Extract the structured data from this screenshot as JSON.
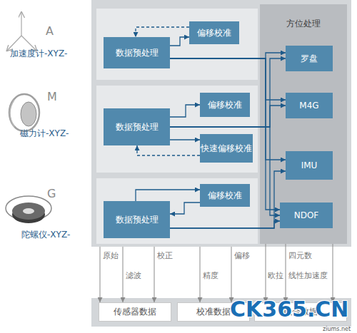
{
  "diagram": {
    "nodes": [
      {
        "text": [
          "数据预处理"
        ]
      },
      {
        "text": [
          "偏移校准"
        ]
      },
      {
        "text": [
          "数据预处理"
        ]
      },
      {
        "text": [
          "偏移校准"
        ]
      },
      {
        "text": [
          "快速偏移校准"
        ]
      },
      {
        "text": [
          "数据预处理"
        ]
      },
      {
        "text": [
          "偏移校准"
        ]
      },
      {
        "text": [
          "方位处理"
        ]
      },
      {
        "text": [
          "罗盘"
        ],
        "in": 7
      },
      {
        "text": [
          "M4G"
        ],
        "in": 7
      },
      {
        "text": [
          "IMU"
        ],
        "in": 7
      },
      {
        "text": [
          "NDOF"
        ],
        "in": 7
      },
      {
        "text": [
          "传感器数据"
        ]
      },
      {
        "text": [
          "校准数据"
        ]
      },
      {
        "text": [
          "融合数据"
        ]
      }
    ],
    "edges": [
      {
        "from": 0,
        "to": 1,
        "arrow": "to"
      },
      {
        "from": 1,
        "to": 0,
        "arrow": "to"
      },
      {
        "from": 0,
        "to": 8,
        "arrow": "to"
      },
      {
        "from": 0,
        "to": 9,
        "arrow": "to"
      },
      {
        "from": 0,
        "to": 10,
        "arrow": "to"
      },
      {
        "from": 0,
        "to": 11,
        "arrow": "to"
      },
      {
        "from": 2,
        "to": 3,
        "arrow": "to"
      },
      {
        "from": 2,
        "to": 4,
        "arrow": "to"
      },
      {
        "from": 4,
        "to": 2,
        "arrow": "to"
      },
      {
        "from": 2,
        "to": 8,
        "arrow": "to"
      },
      {
        "from": 2,
        "to": 9,
        "arrow": "to"
      },
      {
        "from": 2,
        "to": 11,
        "arrow": "to"
      },
      {
        "from": 5,
        "to": 6,
        "arrow": "to"
      },
      {
        "from": 6,
        "to": 5,
        "arrow": "to"
      },
      {
        "from": 5,
        "to": 10,
        "arrow": "to"
      },
      {
        "from": 5,
        "to": 11,
        "arrow": "to"
      },
      {
        "from": 7,
        "to": 14,
        "label": "欧拉",
        "arrow": "to"
      },
      {
        "from": 7,
        "to": 14,
        "label": "四元数",
        "arrow": "to"
      },
      {
        "from": 7,
        "to": 14,
        "label": "线性加速度",
        "arrow": "to"
      }
    ],
    "labels": [
      "A",
      "加速度计-XYZ-",
      "M",
      "磁力计-XYZ-",
      "G",
      "陀螺仪-XYZ-",
      "原始",
      "滤波",
      "校正",
      "精度",
      "偏移",
      "CK365.CN",
      "ziums.net"
    ]
  }
}
